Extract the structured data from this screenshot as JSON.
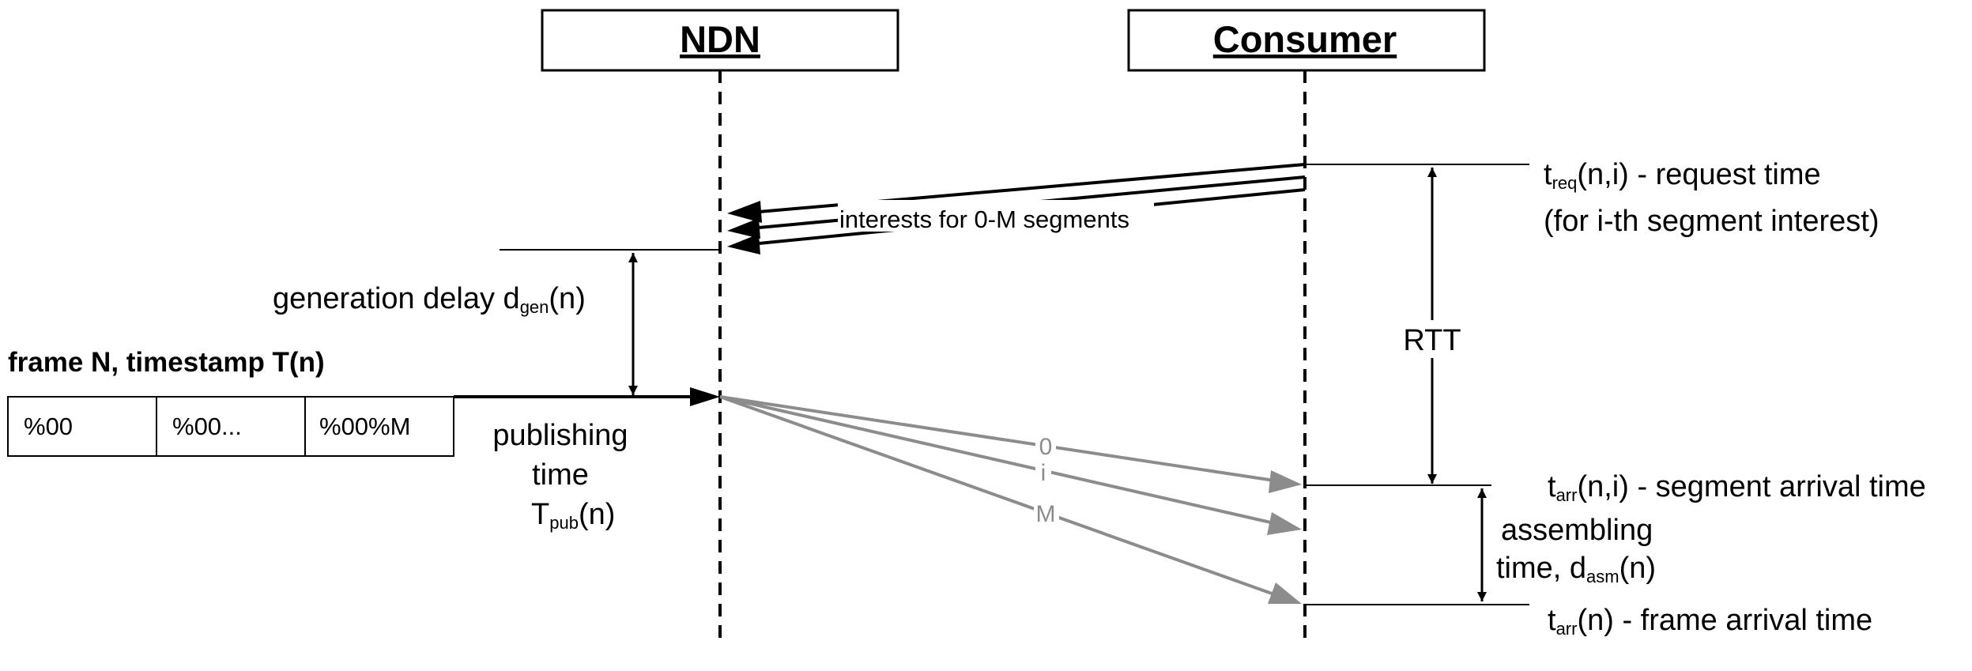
{
  "actors": {
    "ndn": "NDN",
    "consumer": "Consumer"
  },
  "frame": {
    "title": "frame N, timestamp T(n)",
    "segments": [
      "%00",
      "%00...",
      "%00%M"
    ]
  },
  "interests_label": "interests for 0-M segments",
  "segment_arrow_labels": [
    "0",
    "i",
    "M"
  ],
  "labels": {
    "t_req_base": "t",
    "t_req_sub": "req",
    "t_req_rest": "(n,i) - request time",
    "t_req_note": "(for i-th segment interest)",
    "rtt": "RTT",
    "gen_delay_prefix": "generation delay d",
    "gen_delay_sub": "gen",
    "gen_delay_rest": "(n)",
    "publishing_line1": "publishing",
    "publishing_line2": "time",
    "t_pub_base": "T",
    "t_pub_sub": "pub",
    "t_pub_rest": "(n)",
    "t_arr_seg_base": "t",
    "t_arr_seg_sub": "arr",
    "t_arr_seg_rest": "(n,i) - segment arrival time",
    "assembling_line1": "assembling",
    "assembling_prefix": "time, d",
    "assembling_sub": "asm",
    "assembling_rest": "(n)",
    "t_arr_frame_base": "t",
    "t_arr_frame_sub": "arr",
    "t_arr_frame_rest": "(n) - frame arrival time"
  },
  "colors": {
    "segment_arrows": "#8c8c8c",
    "lines": "#000000"
  }
}
